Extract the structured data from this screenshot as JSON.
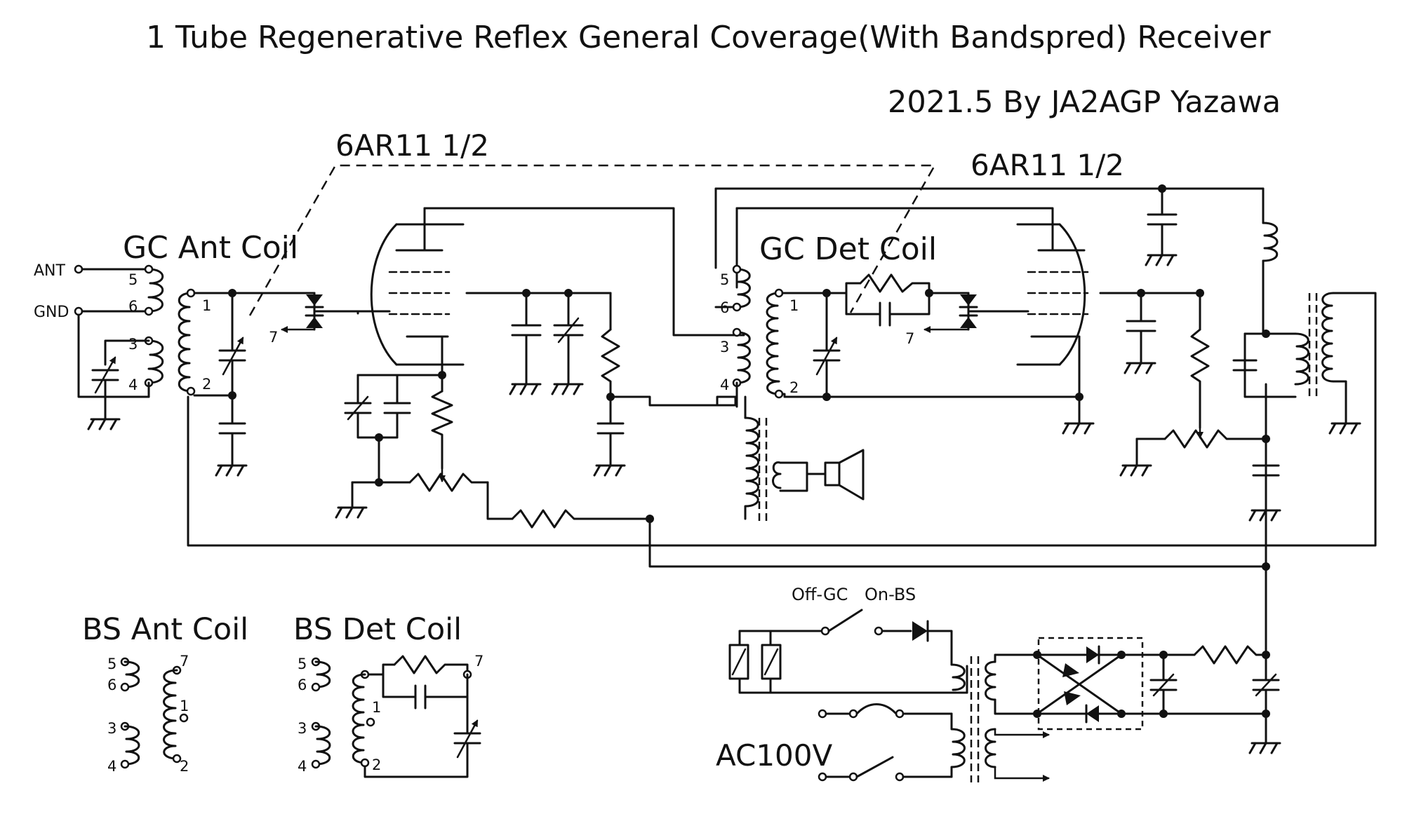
{
  "title": "1 Tube Regenerative Reflex General Coverage(With Bandspred) Receiver",
  "credit": "2021.5 By JA2AGP Yazawa",
  "labels": {
    "tube_left": "6AR11 1/2",
    "tube_right": "6AR11 1/2",
    "gc_ant_coil": "GC Ant Coil",
    "gc_det_coil": "GC Det Coil",
    "bs_ant_coil": "BS Ant Coil",
    "bs_det_coil": "BS Det Coil",
    "ant": "ANT",
    "gnd": "GND",
    "off_gc": "Off-GC",
    "on_bs": "On-BS",
    "ac100v": "AC100V"
  },
  "pins": {
    "p1": "1",
    "p2": "2",
    "p3": "3",
    "p4": "4",
    "p5": "5",
    "p6": "6",
    "p7": "7"
  }
}
